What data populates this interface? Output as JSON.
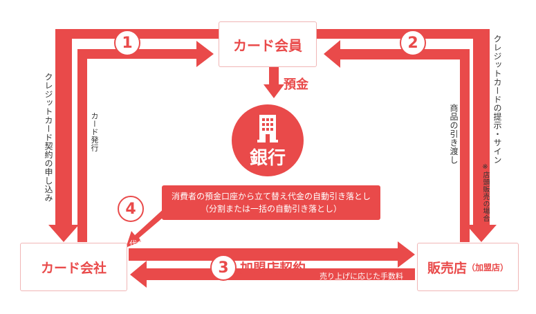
{
  "colors": {
    "accent": "#e94a4a",
    "box_border": "#f0b5b5",
    "text": "#333333"
  },
  "nodes": {
    "card_member": "カード会員",
    "bank": "銀行",
    "card_company": "カード会社",
    "shop_main": "販売店",
    "shop_sub": "（加盟店）"
  },
  "steps": [
    "1",
    "2",
    "3",
    "4"
  ],
  "labels": {
    "deposit": "預金",
    "credit_contract": "クレジットカード契約の申し込み",
    "card_issue": "カード発行",
    "present_sign": "クレジットカードの提示・サイン",
    "store_note": "※店頭販売の場合",
    "delivery": "商品の引き渡し",
    "advance_payment": "代金の立て替え払い",
    "merchant_contract": "加盟店契約",
    "fee": "売り上げに応じた手数料",
    "debit_line1": "消費者の預金口座から立て替え代金の自動引き落とし",
    "debit_line2": "（分割または一括の自動引き落とし）"
  },
  "icons": {
    "bank": "building-icon"
  }
}
